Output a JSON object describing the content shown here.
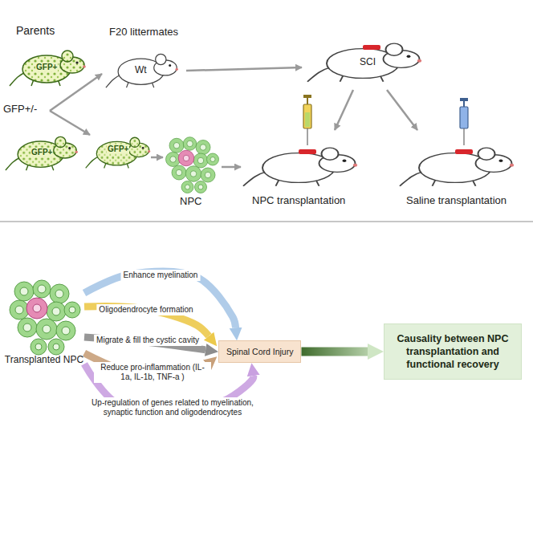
{
  "diagram": {
    "nodes": [
      {
        "text": [
          "Transplanted NPC"
        ]
      },
      {
        "text": [
          "Spinal Cord Injury"
        ]
      },
      {
        "text": [
          "Causality between NPC transplantation and functional recovery"
        ]
      }
    ],
    "edges": [
      {
        "from": 0,
        "to": 1,
        "arrow": "to",
        "label": "Enhance myelination"
      },
      {
        "from": 0,
        "to": 1,
        "arrow": "to",
        "label": "Oligodendrocyte formation"
      },
      {
        "from": 0,
        "to": 1,
        "arrow": "to",
        "label": "Migrate & fill the cystic cavity"
      },
      {
        "from": 0,
        "to": 1,
        "arrow": "to",
        "label": "Reduce pro-inflammation (IL-1a, IL-1b, TNF-a )"
      },
      {
        "from": 0,
        "to": 1,
        "arrow": "to",
        "label": "Up-regulation of genes related to myelination, synaptic function and oligodendrocytes"
      },
      {
        "from": 1,
        "to": 2,
        "arrow": "to"
      }
    ],
    "labels": [
      "Parents",
      "GFP+",
      "F20 littermates",
      "Wt",
      "GFP+/-",
      "GFP+",
      "GFP+",
      "NPC",
      "SCI",
      "NPC transplantation",
      "Saline transplantation"
    ]
  }
}
